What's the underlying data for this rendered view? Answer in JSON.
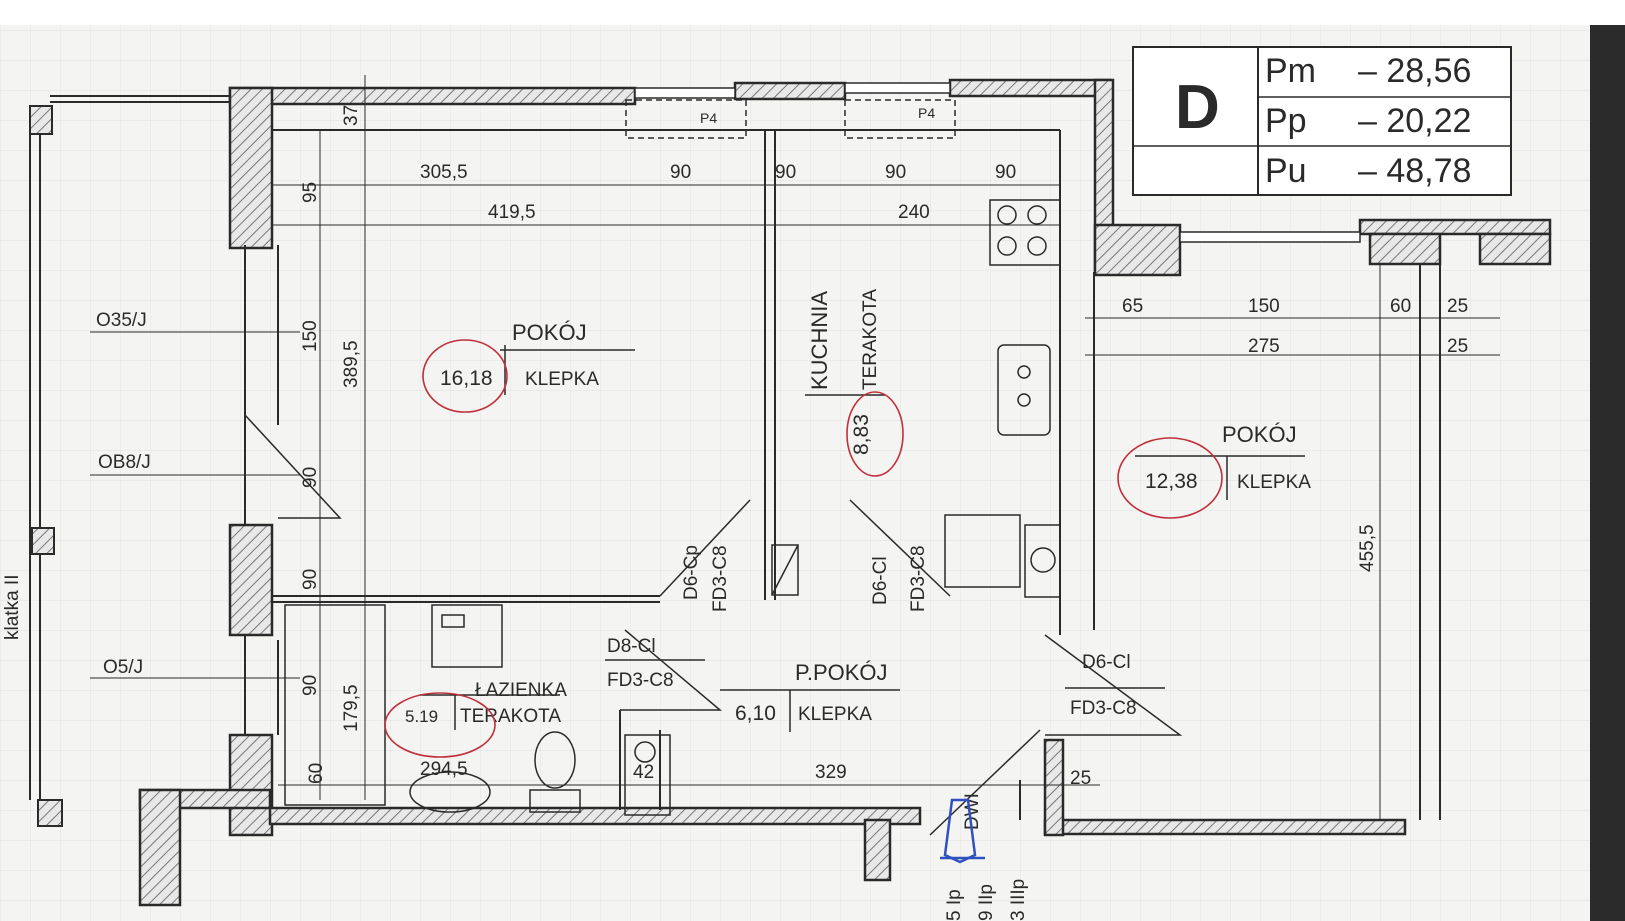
{
  "legend": {
    "letter": "D",
    "rows": [
      {
        "code": "Pm",
        "value": "– 28,56"
      },
      {
        "code": "Pp",
        "value": "– 20,22"
      },
      {
        "code": "Pu",
        "value": "– 48,78"
      }
    ]
  },
  "rooms": {
    "pokoj1": {
      "name": "POKÓJ",
      "area": "16,18",
      "floor": "KLEPKA"
    },
    "kuchnia": {
      "name": "KUCHNIA",
      "area": "8,83",
      "floor": "TERAKOTA"
    },
    "pokoj2": {
      "name": "POKÓJ",
      "area": "12,38",
      "floor": "KLEPKA"
    },
    "lazienka": {
      "name": "ŁAZIENKA",
      "area": "5.19",
      "floor": "TERAKOTA"
    },
    "ppokoj": {
      "name": "P.POKÓJ",
      "area": "6,10",
      "floor": "KLEPKA"
    }
  },
  "windows": {
    "o35": "O35/J",
    "ob8": "OB8/J",
    "o5": "O5/J",
    "p4_left": "P4",
    "p4_right": "P4"
  },
  "doors": {
    "d6cp": "D6-Cp",
    "fd3_1": "FD3-C8",
    "d6cl_kitchen": "D6-Cl",
    "fd3_2": "FD3-C8",
    "d8cl": "D8-Cl",
    "fd3_3": "FD3-C8",
    "d6cl_room": "D6-Cl",
    "fd3_4": "FD3-C8",
    "dwi": "DWI"
  },
  "dimensions": {
    "d37": "37",
    "d305": "305,5",
    "d90a": "90",
    "d90b": "90",
    "d90c": "90",
    "d90d": "90",
    "d4195": "419,5",
    "d240": "240",
    "d95": "95",
    "d150v": "150",
    "d3895": "389,5",
    "d90v1": "90",
    "d90v2": "90",
    "d90v3": "90",
    "d1795": "179,5",
    "d60v": "60",
    "d2945": "294,5",
    "d42": "42",
    "d329": "329",
    "d25b": "25",
    "d65": "65",
    "d150h": "150",
    "d60h": "60",
    "d25a": "25",
    "d275": "275",
    "d25c": "25",
    "d4555": "455,5"
  },
  "stair": {
    "s1": "5 Ip",
    "s2": "9 IIp",
    "s3": "3 IIIp",
    "cage": "klatka II"
  },
  "colors": {
    "ink": "#2a2a2a",
    "hatch": "#8a8a8a",
    "red_marker": "#c0303a",
    "blue_marker": "#3050c0",
    "paper": "#f4f4f2"
  }
}
